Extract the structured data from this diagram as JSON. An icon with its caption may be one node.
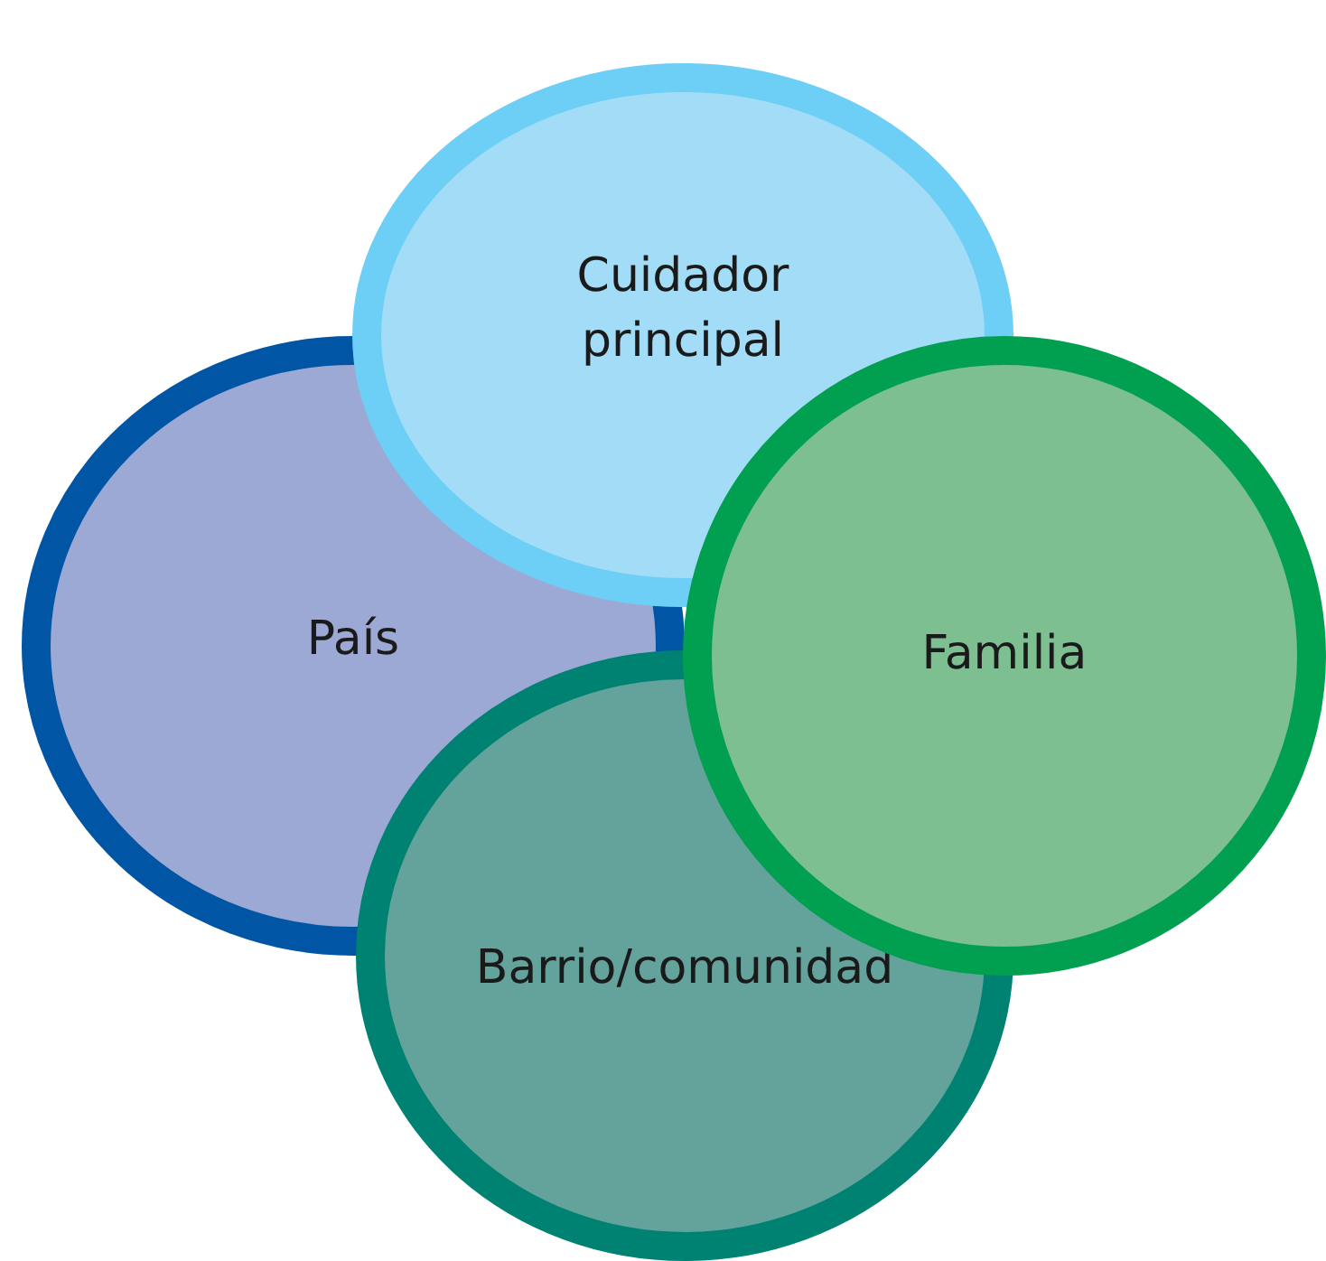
{
  "diagram": {
    "nodes": [
      {
        "text": [
          "Cuidador principal"
        ]
      },
      {
        "text": [
          "País"
        ]
      },
      {
        "text": [
          "Familia"
        ]
      },
      {
        "text": [
          "Barrio/comunidad"
        ]
      }
    ]
  }
}
